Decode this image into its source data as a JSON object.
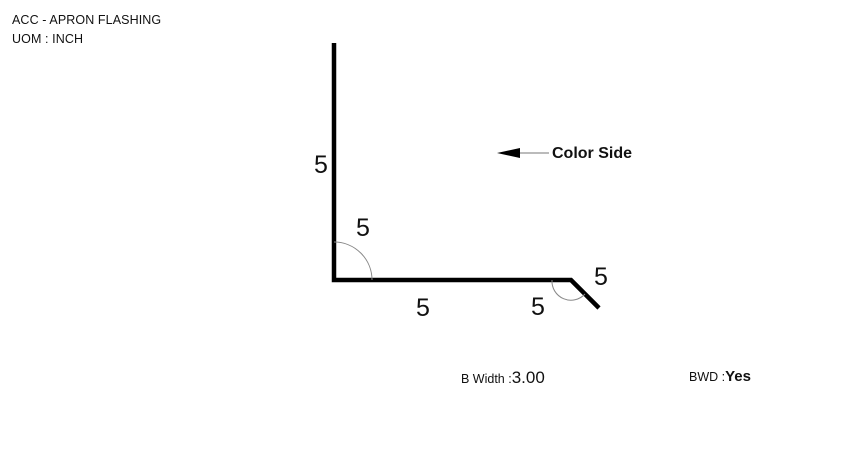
{
  "header": {
    "title": "ACC - APRON FLASHING",
    "uom": "UOM : INCH"
  },
  "diagram": {
    "dimensions": {
      "vertical_leg": "5",
      "corner_angle": "5",
      "bottom_leg": "5",
      "hem_angle": "5",
      "hem_leg": "5"
    },
    "color_side_label": "Color Side"
  },
  "footer": {
    "b_width_label": "B Width :",
    "b_width_value": "3.00",
    "bwd_label": "BWD :",
    "bwd_value": "Yes"
  },
  "colors": {
    "profile_line": "#000000",
    "angle_arc": "#888888",
    "text": "#111111"
  }
}
